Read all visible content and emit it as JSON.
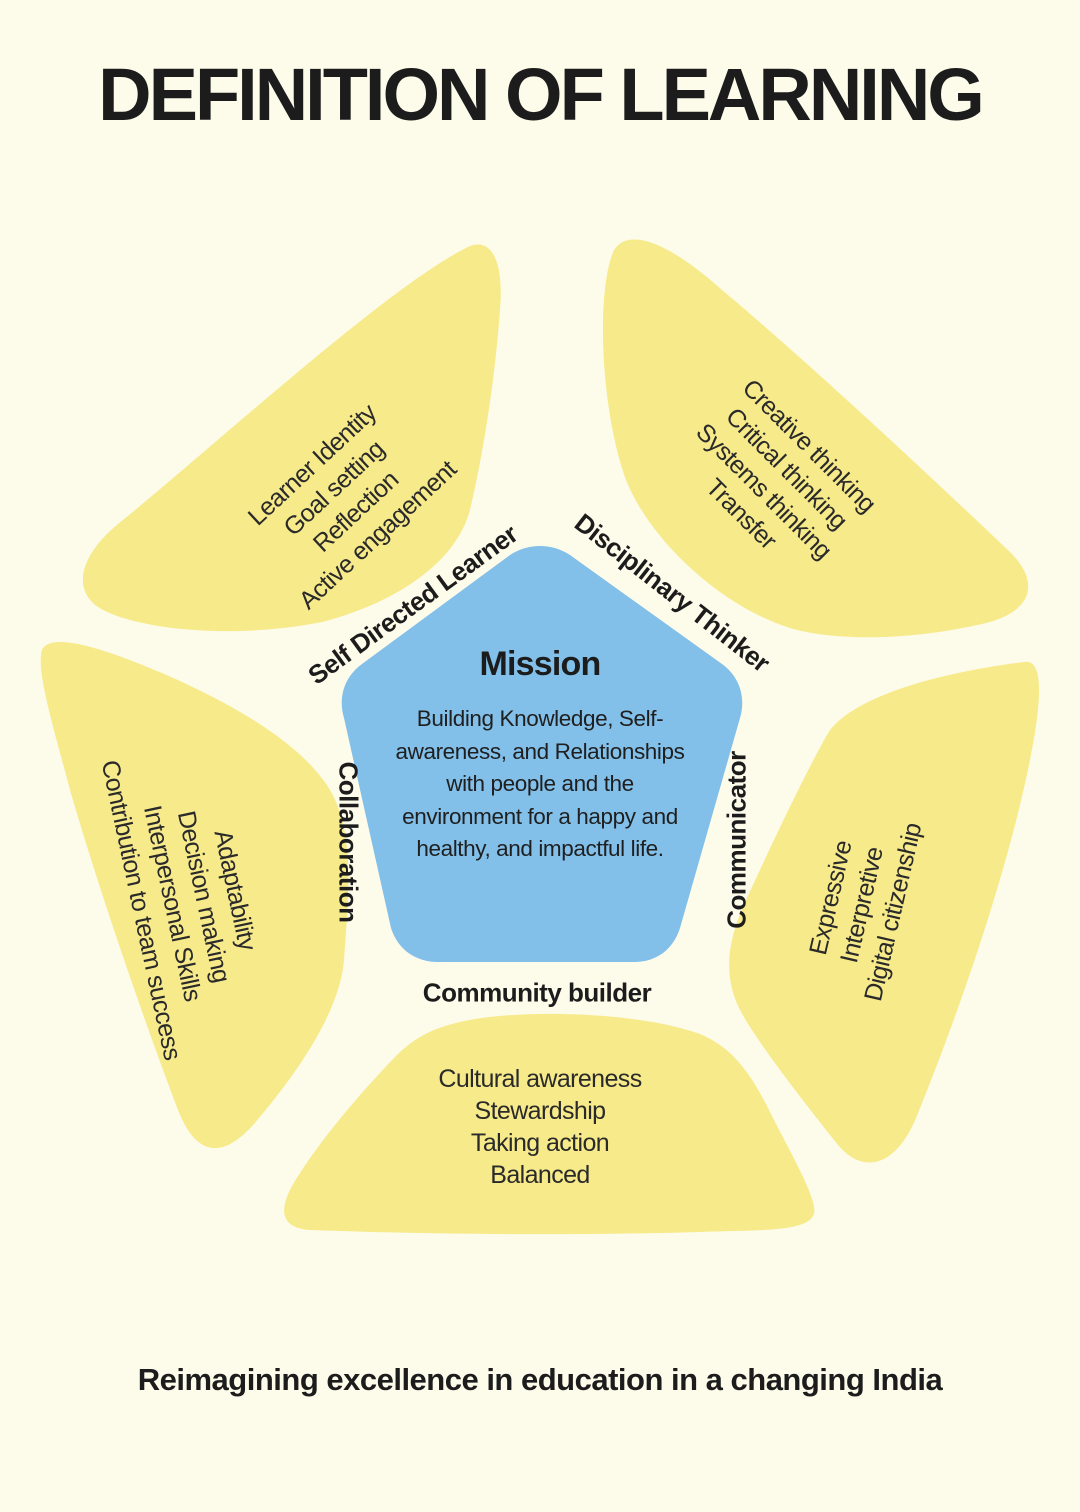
{
  "title": "DEFINITION OF LEARNING",
  "colors": {
    "background": "#fdfbea",
    "petal": "#f7ea8a",
    "mission": "#82bfe9",
    "text": "#1c1c1c"
  },
  "mission": {
    "title": "Mission",
    "text": "Building Knowledge, Self-awareness, and Relationships with people and the environment for a happy and healthy, and impactful life."
  },
  "segments": [
    {
      "role": "Self Directed Learner",
      "items": [
        "Learner Identity",
        "Goal setting",
        "Reflection",
        "Active engagement"
      ]
    },
    {
      "role": "Disciplinary Thinker",
      "items": [
        "Creative thinking",
        "Critical thinking",
        "Systems thinking",
        "Transfer"
      ]
    },
    {
      "role": "Communicator",
      "items": [
        "Expressive",
        "Interpretive",
        "Digital citizenship"
      ]
    },
    {
      "role": "Community builder",
      "items": [
        "Cultural awareness",
        "Stewardship",
        "Taking action",
        "Balanced"
      ]
    },
    {
      "role": "Collaboration",
      "items": [
        "Adaptability",
        "Decision making",
        "Interpersonal Skills",
        "Contribution to team success"
      ]
    }
  ],
  "footer": "Reimagining excellence in education in a changing India"
}
